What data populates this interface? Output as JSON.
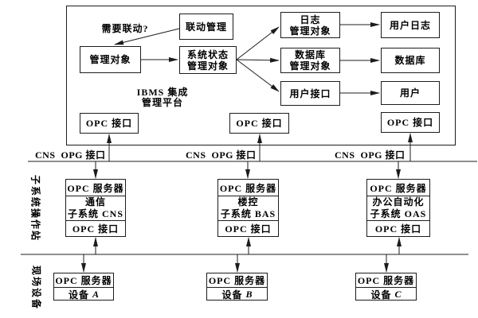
{
  "platform": {
    "title": "IBMS 集成\n管理平台",
    "question_label": "需要联动?",
    "boxes": {
      "linkage_mgmt": "联动管理",
      "managed_object": "管理对象",
      "system_status_mgmt": "系统状态\n管理对象",
      "log_mgmt": "日志\n管理对象",
      "database_mgmt": "数据库\n管理对象",
      "user_interface": "用户接口",
      "user_log": "用户日志",
      "database": "数据库",
      "user": "用户"
    },
    "opc_interfaces": [
      "OPC 接口",
      "OPC 接口",
      "OPC 接口"
    ]
  },
  "bus_labels": [
    "CNS  OPG 接口",
    "CNS  OPG 接口",
    "CNS  OPG 接口"
  ],
  "side_labels": {
    "subsystem_layer": "子系统操作站",
    "field_layer": "现场设备"
  },
  "subsystems": [
    {
      "top": "OPC 服务器",
      "name": "通信\n子系统 CNS",
      "bottom": "OPC 接口"
    },
    {
      "top": "OPC 服务器",
      "name": "楼控\n子系统 BAS",
      "bottom": "OPC 接口"
    },
    {
      "top": "OPC 服务器",
      "name": "办公自动化\n子系统 OAS",
      "bottom": "OPC 接口"
    }
  ],
  "devices": [
    {
      "top": "OPC 服务器",
      "name_prefix": "设备",
      "name_letter": "A"
    },
    {
      "top": "OPC 服务器",
      "name_prefix": "设备",
      "name_letter": "B"
    },
    {
      "top": "OPC 服务器",
      "name_prefix": "设备",
      "name_letter": "C"
    }
  ],
  "colors": {
    "line": "#1c1c1c",
    "background": "#ffffff",
    "text": "#000000"
  }
}
